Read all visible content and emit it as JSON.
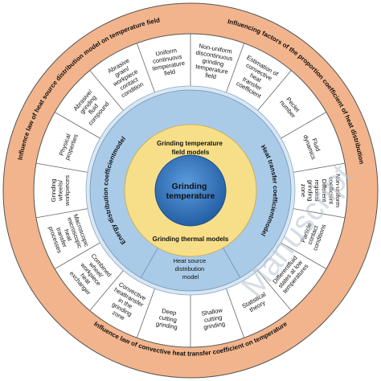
{
  "center": {
    "title_lines": [
      "Grinding",
      "temperature"
    ]
  },
  "yellow_ring": {
    "top_lines": [
      "Grinding temperature",
      "field models"
    ],
    "bottom": "Grinding thermal models"
  },
  "blue_ring": {
    "left": "Energy distribution coefficientmodel",
    "right": "Heat transfer coefficientmodel",
    "bottom_lines": [
      "Heat source",
      "distribution",
      "model"
    ]
  },
  "segments": [
    {
      "lines": [
        "Uniform",
        "continuous",
        "temperature",
        "field"
      ]
    },
    {
      "lines": [
        "Non-uniform",
        "discontinuous",
        "grinding",
        "temperature",
        "field"
      ]
    },
    {
      "lines": [
        "Estimation of",
        "convective",
        "heat",
        "transfer",
        "coefficient"
      ]
    },
    {
      "lines": [
        "Peclet",
        "number"
      ]
    },
    {
      "lines": [
        "Fluid",
        "dynamics"
      ]
    },
    {
      "lines": [
        "Non-uniform",
        "coefficient",
        "Different",
        "regional",
        "grinding",
        "zone"
      ]
    },
    {
      "lines": [
        "Particle",
        "contact",
        "conditions"
      ]
    },
    {
      "lines": [
        "Differentfluid",
        "states at low",
        "temperatures"
      ]
    },
    {
      "lines": [
        "Statistical",
        "theory"
      ]
    },
    {
      "lines": [
        "Shallow",
        "cutting",
        "grinding"
      ]
    },
    {
      "lines": [
        "Deep",
        "cutting",
        "grinding"
      ]
    },
    {
      "lines": [
        "Convective",
        "heattransfer",
        "in the",
        "grinding",
        "zone"
      ]
    },
    {
      "lines": [
        "Combined",
        "wheel/",
        "workpiece",
        "heat",
        "exchanger"
      ]
    },
    {
      "lines": [
        "Macroscopic",
        "microscopic",
        "heat",
        "transfer",
        "processes"
      ]
    },
    {
      "lines": [
        "Grinding",
        "wheels/",
        "workpieces"
      ]
    },
    {
      "lines": [
        "Physical",
        "properties"
      ]
    },
    {
      "lines": [
        "Abrasive/",
        "grinding",
        "fluid",
        "compound"
      ]
    },
    {
      "lines": [
        "Abrasive",
        "grain/",
        "workpiece",
        "contact",
        "condition"
      ]
    }
  ],
  "outer_ring": {
    "left": "Influence law of heat source distribution model on temperature field",
    "right": "Influencing factors of the proportion coefficient of heat distribution",
    "bottom": "Influence law of convective heat transfer coefficient on temperature"
  },
  "watermark": "Manuscript",
  "colors": {
    "outer_ring": "#f2b48c",
    "segment_ring": "#ffffff",
    "blue_ring": "#a9cbe8",
    "light_ring": "#d9e7f3",
    "yellow_ring": "#f7df8a",
    "center": "#2f6fb5",
    "lines": "#444444"
  }
}
